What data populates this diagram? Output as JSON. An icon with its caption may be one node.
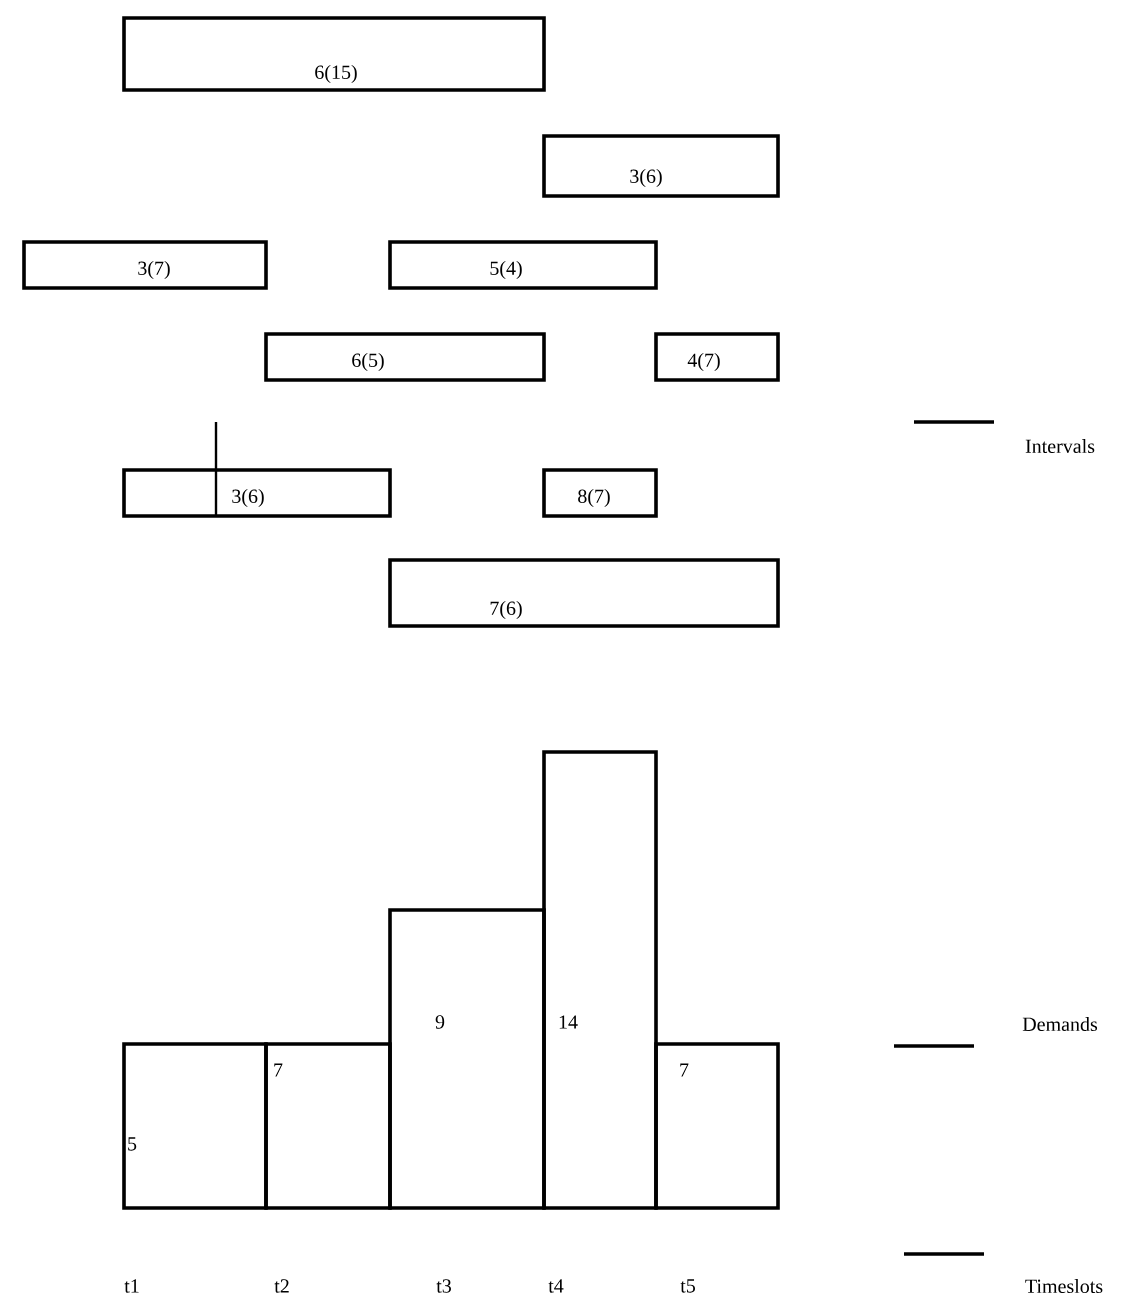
{
  "diagram": {
    "nodes": [
      {
        "text": [
          "6(15)"
        ]
      },
      {
        "text": [
          "3(6)"
        ]
      },
      {
        "text": [
          "3(7)"
        ]
      },
      {
        "text": [
          "5(4)"
        ]
      },
      {
        "text": [
          "6(5)"
        ]
      },
      {
        "text": [
          "4(7)"
        ]
      },
      {
        "text": [
          "3(6)"
        ]
      },
      {
        "text": [
          "8(7)"
        ]
      },
      {
        "text": [
          "7(6)"
        ]
      },
      {
        "text": [
          "5"
        ]
      },
      {
        "text": [
          "7"
        ]
      },
      {
        "text": [
          "9"
        ]
      },
      {
        "text": [
          "14"
        ]
      },
      {
        "text": [
          "7"
        ]
      }
    ],
    "labels": [
      "t1",
      "t2",
      "t3",
      "t4",
      "t5"
    ],
    "legend": [
      {
        "text": "Intervals"
      },
      {
        "text": "Demands"
      },
      {
        "text": "Timeslots"
      }
    ]
  }
}
